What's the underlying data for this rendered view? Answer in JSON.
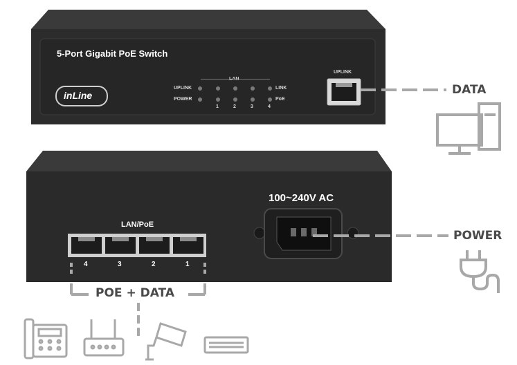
{
  "front_panel": {
    "model_title": "5-Port Gigabit PoE Switch",
    "brand_logo": "inLine",
    "led_labels": {
      "lan_group": "LAN",
      "uplink_left": "UPLINK",
      "power_left": "POWER",
      "link_right": "LINK",
      "poe_right": "PoE",
      "port_numbers": [
        "1",
        "2",
        "3",
        "4"
      ]
    },
    "uplink_port_label": "UPLINK"
  },
  "back_panel": {
    "lan_poe_label": "LAN/PoE",
    "port_numbers": [
      "4",
      "3",
      "2",
      "1"
    ],
    "power_rating": "100~240V AC"
  },
  "callouts": {
    "data": "DATA",
    "power": "POWER",
    "poe_data": "POE + DATA"
  },
  "icons": [
    "computer-icon",
    "power-plug-icon",
    "phone-icon",
    "router-icon",
    "camera-icon",
    "access-point-icon"
  ],
  "colors": {
    "chassis": "#2e2e2e",
    "callout_gray": "#a8a8a8",
    "callout_text": "#4a4a4a"
  }
}
